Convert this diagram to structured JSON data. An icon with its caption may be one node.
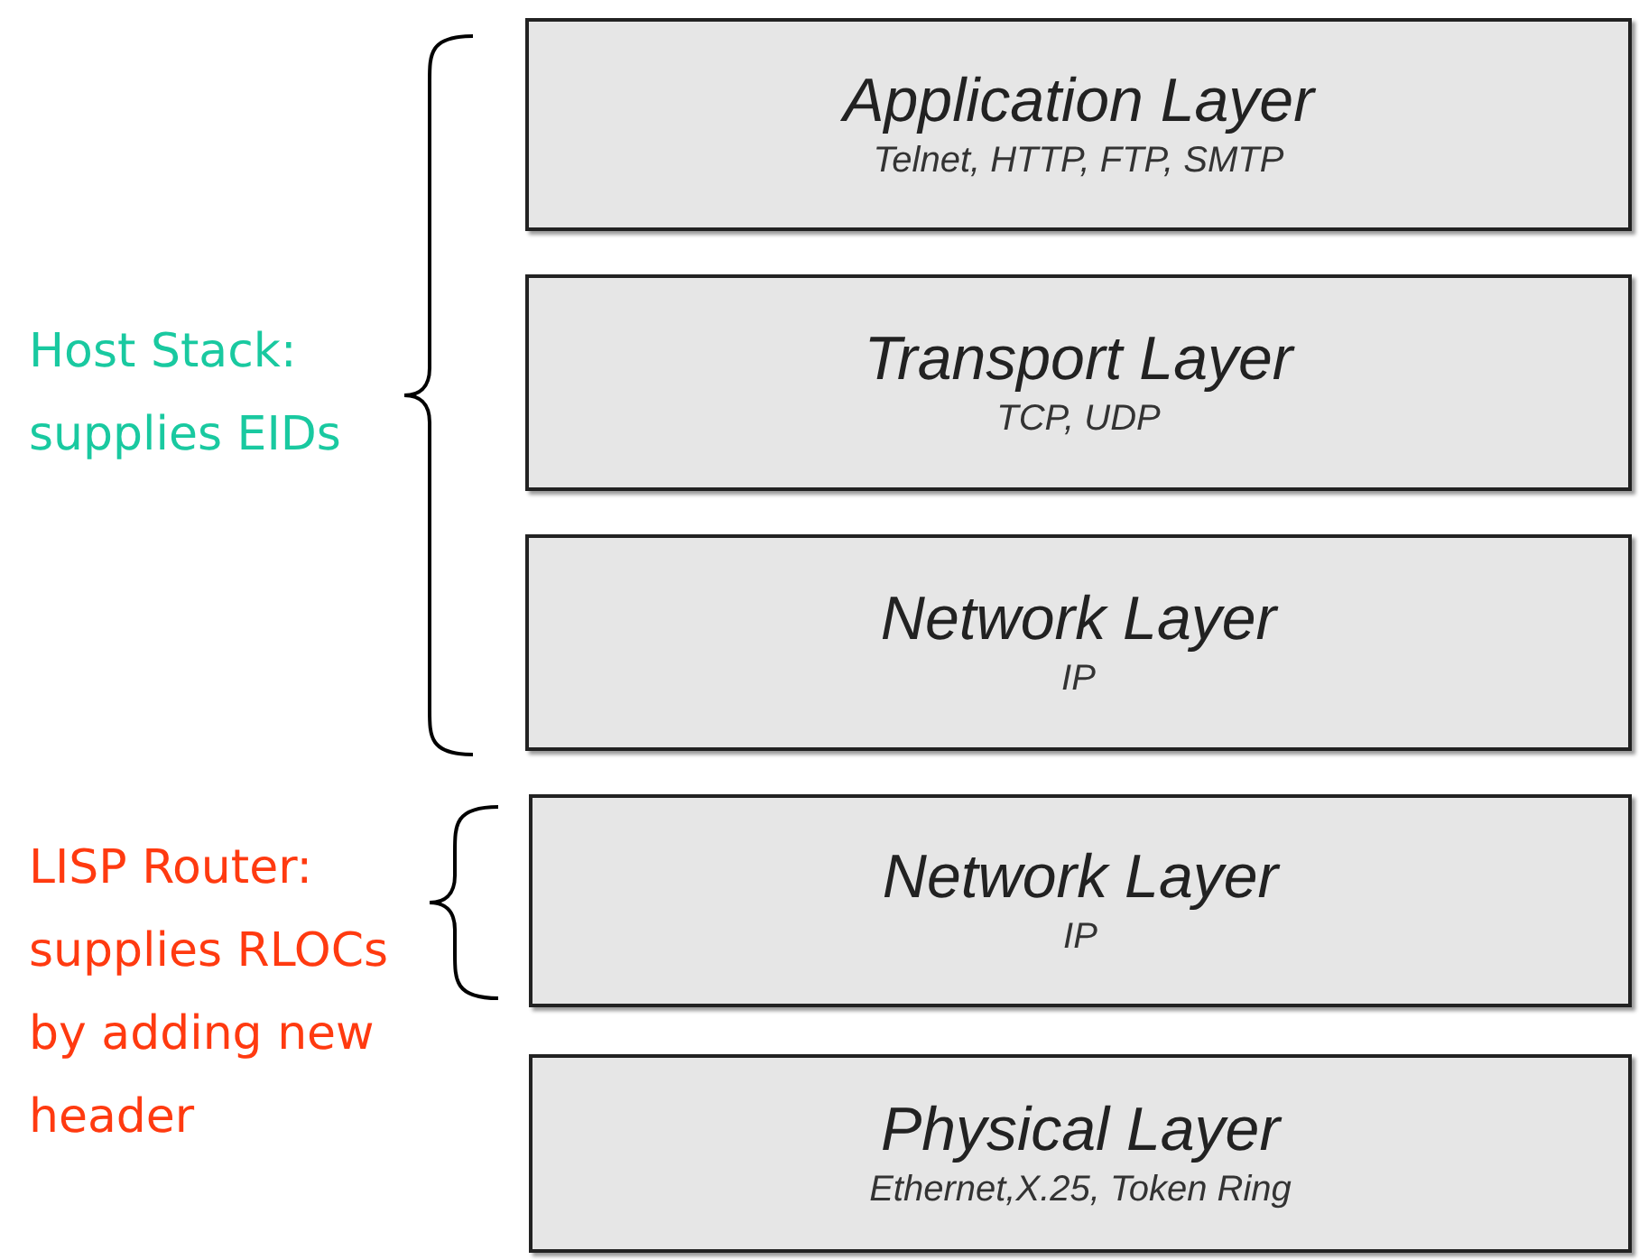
{
  "diagram": {
    "nodes": [
      {
        "text": [
          "Application Layer",
          "Telnet, HTTP, FTP, SMTP"
        ]
      },
      {
        "text": [
          "Transport Layer",
          "TCP, UDP"
        ]
      },
      {
        "text": [
          "Network Layer",
          "IP"
        ]
      },
      {
        "text": [
          "Network Layer",
          "IP"
        ]
      },
      {
        "text": [
          "Physical Layer",
          "Ethernet,X.25, Token Ring"
        ]
      }
    ],
    "labels": [
      "Host Stack: supplies EIDs",
      "LISP Router: supplies RLOCs by adding new header"
    ]
  }
}
